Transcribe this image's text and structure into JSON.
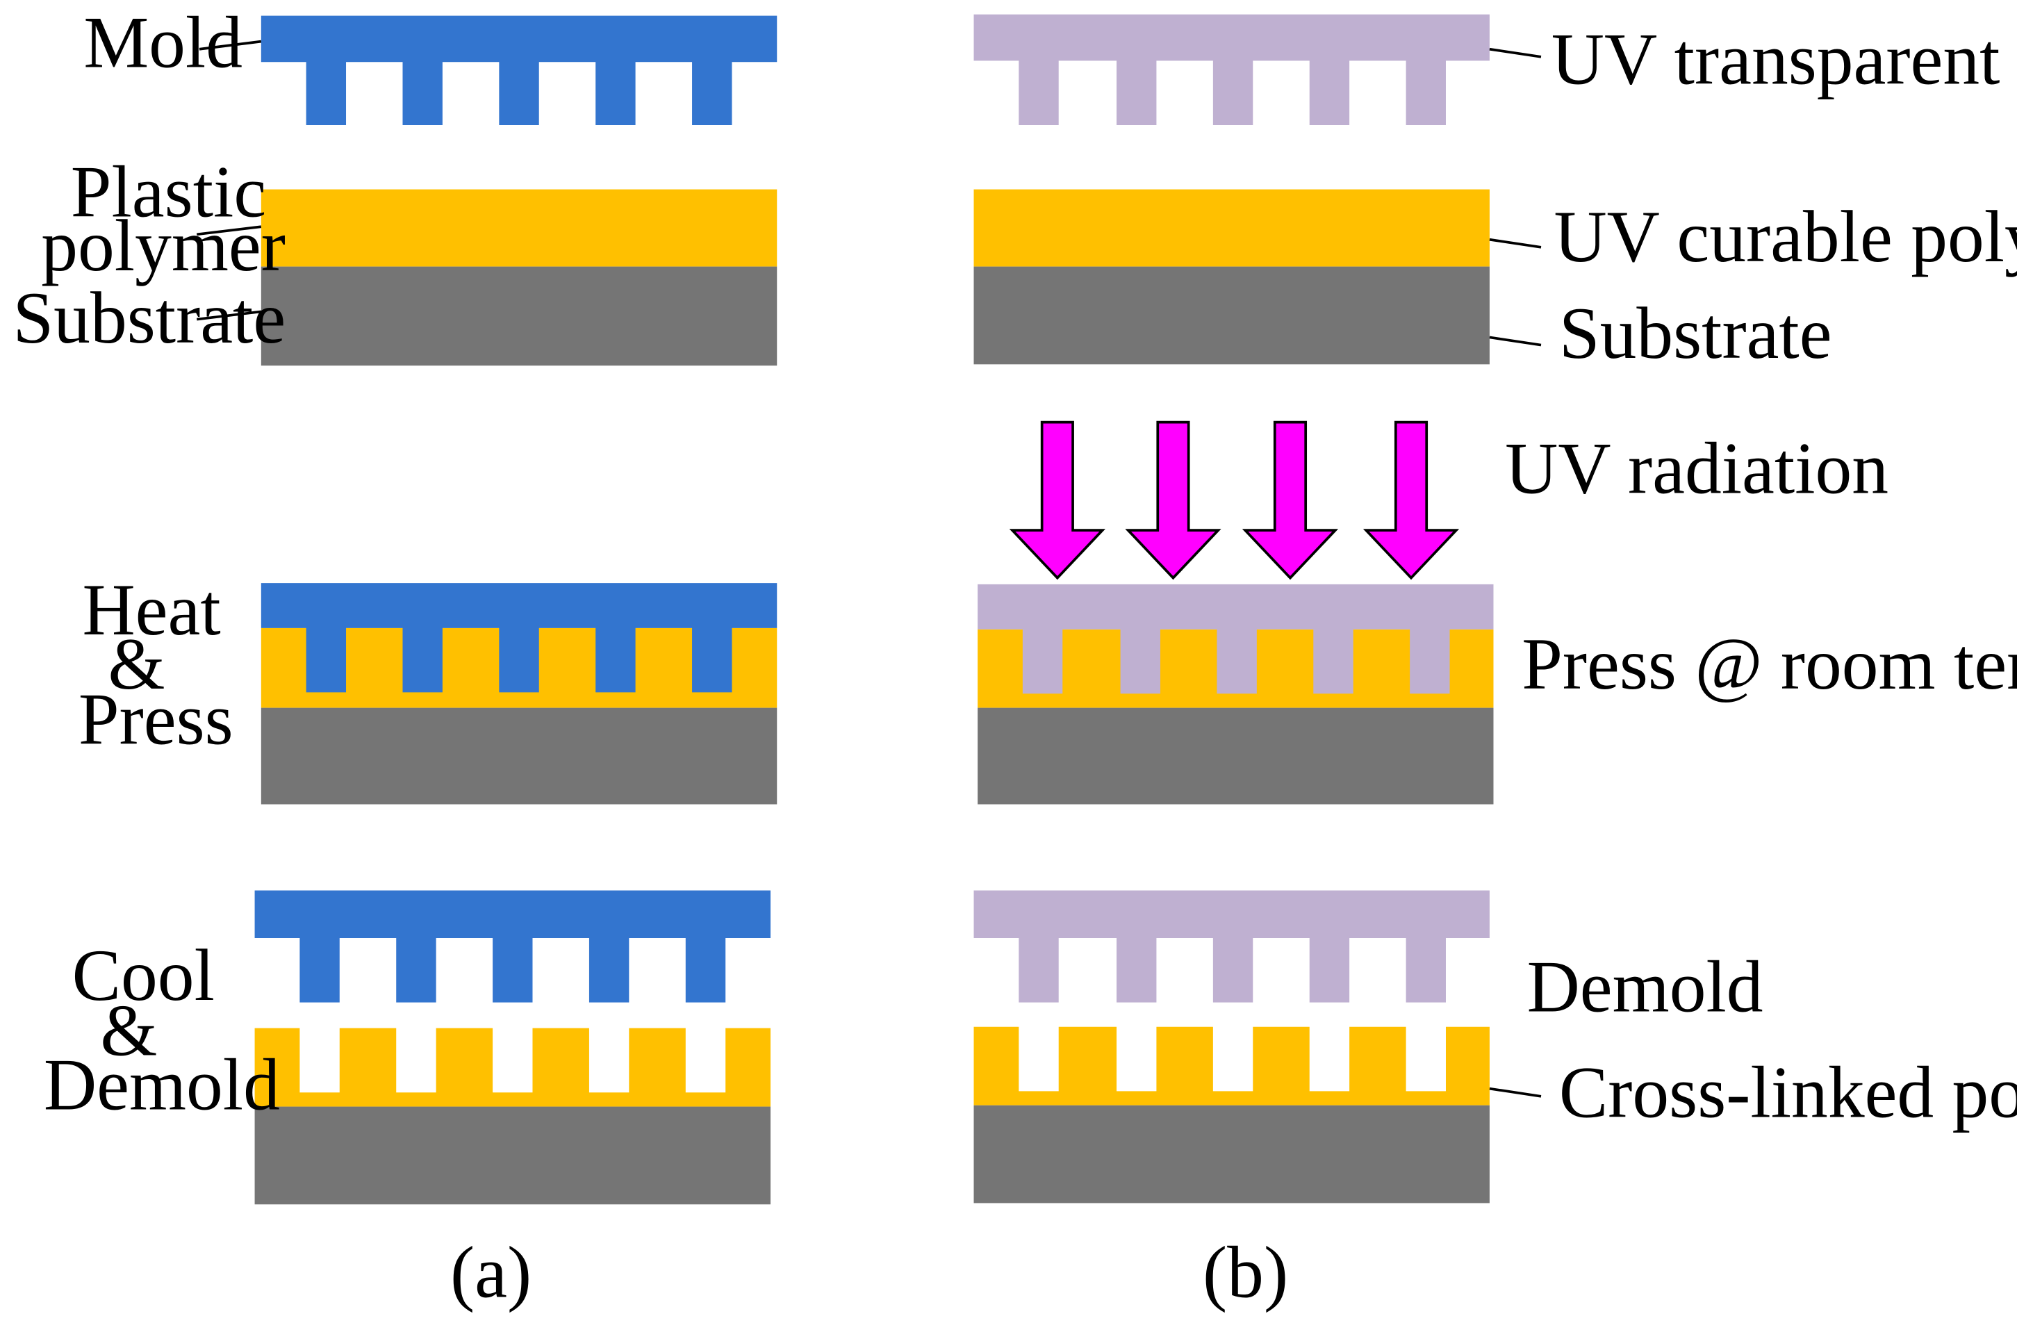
{
  "colors": {
    "mold": "#3375cf",
    "uv_mold": "#bfb0d1",
    "polymer": "#ffc000",
    "substrate": "#757575",
    "uv_arrow": "#ff00ff",
    "leader": "#000000"
  },
  "panel_a": {
    "caption": "(a)",
    "labels": {
      "mold": "Mold",
      "plastic_polymer_line1": "Plastic",
      "plastic_polymer_line2": "polymer",
      "substrate": "Substrate",
      "heat_press_line1": "Heat",
      "heat_press_line2": "&",
      "heat_press_line3": "Press",
      "cool_demold_line1": "Cool",
      "cool_demold_line2": "&",
      "cool_demold_line3": "Demold"
    }
  },
  "panel_b": {
    "caption": "(b)",
    "labels": {
      "uv_mold": "UV transparent mold",
      "uv_polymer": "UV curable polymer",
      "substrate": "Substrate",
      "uv_radiation": "UV radiation",
      "press_room_temp": "Press @ room temperature",
      "demold": "Demold",
      "crosslinked": "Cross-linked polymer"
    }
  }
}
